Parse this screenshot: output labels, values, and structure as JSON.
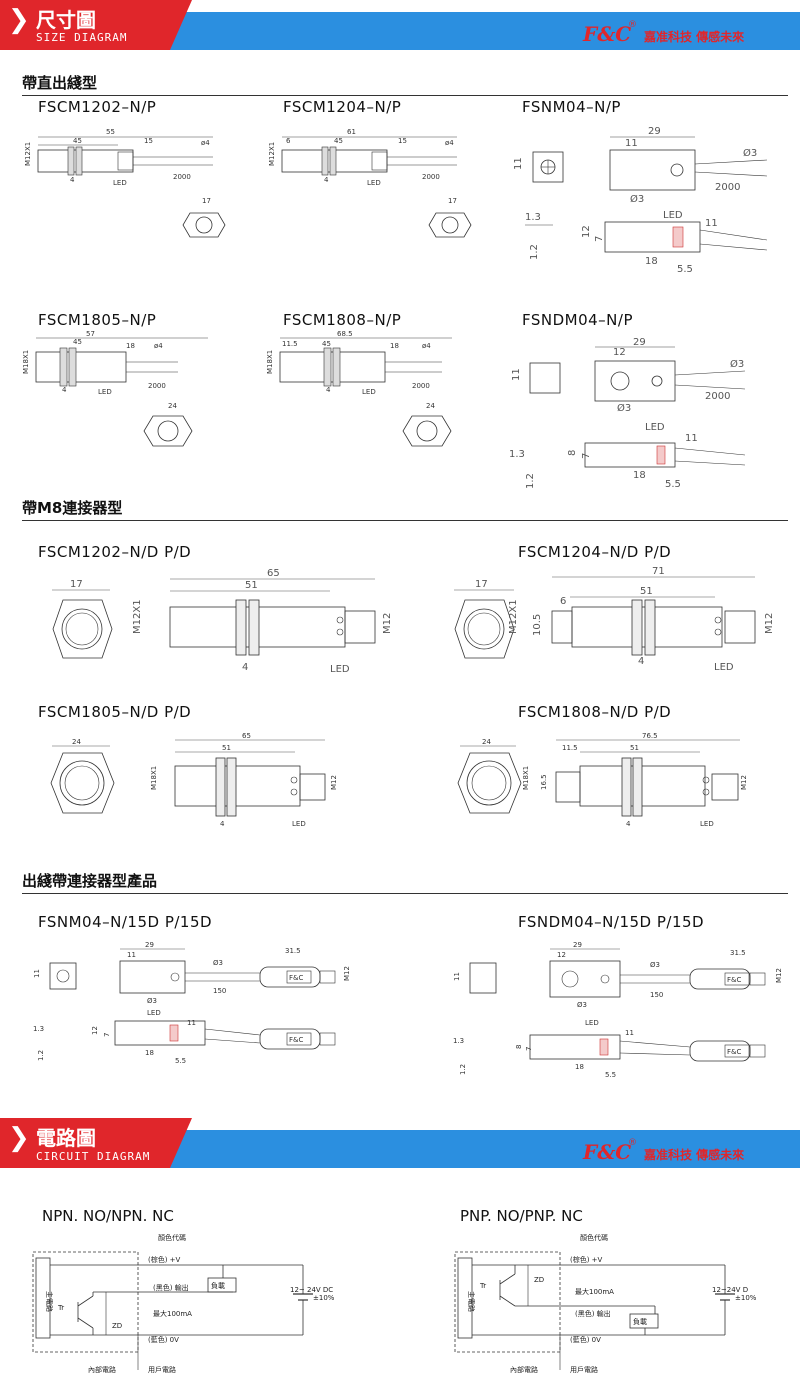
{
  "header1": {
    "zh": "尺寸圖",
    "en": "SIZE DIAGRAM",
    "brand": "F&C",
    "reg": "®",
    "brand_sub": "嘉准科技  傳感未來"
  },
  "header2": {
    "zh": "電路圖",
    "en": "CIRCUIT DIAGRAM",
    "brand": "F&C",
    "reg": "®",
    "brand_sub": "嘉准科技  傳感未來"
  },
  "sections": {
    "s1": "帶直出綫型",
    "s2": "帶M8連接器型",
    "s3": "出綫帶連接器型產品"
  },
  "models": {
    "m1": "FSCM1202–N/P",
    "m2": "FSCM1204–N/P",
    "m3": "FSNM04–N/P",
    "m4": "FSCM1805–N/P",
    "m5": "FSCM1808–N/P",
    "m6": "FSNDM04–N/P",
    "m7": "FSCM1202–N/D P/D",
    "m8": "FSCM1204–N/D P/D",
    "m9": "FSCM1805–N/D P/D",
    "m10": "FSCM1808–N/D P/D",
    "m11": "FSNM04–N/15D P/15D",
    "m12": "FSNDM04–N/15D P/15D"
  },
  "dims": {
    "d55": "55",
    "d45": "45",
    "d15": "15",
    "d4": "4",
    "d2000": "2000",
    "d17": "17",
    "dphi4": "ø4",
    "led": "LED",
    "m12x1": "M12X1",
    "d61": "61",
    "d6": "6",
    "d105": "10.5",
    "d29": "29",
    "d11": "11",
    "dphi3": "Ø3",
    "d13": "1.3",
    "d12": "12",
    "d7": "7",
    "d12b": "1.2",
    "d18": "18",
    "d55b": "5.5",
    "d57": "57",
    "d24": "24",
    "m18x1": "M18X1",
    "d685": "68.5",
    "d115": "11.5",
    "d165": "16.5",
    "d8": "8",
    "d65": "65",
    "d51": "51",
    "d71": "71",
    "m12": "M12",
    "d765": "76.5",
    "d315": "31.5",
    "d150": "150",
    "fc": "F&C"
  },
  "circuits": {
    "npn": {
      "title": "NPN. NO/NPN. NC",
      "color_code": "顏色代碼",
      "brown": "(棕色) +V",
      "black": "(黑色) 輸出",
      "load": "負載",
      "max": "最大100mA",
      "blue": "(藍色) 0V",
      "supply": "12~ 24V DC",
      "tol": "±10%",
      "main": "主電路",
      "tr": "Tr",
      "zd": "ZD",
      "inner": "內部電路",
      "user": "用戶電路"
    },
    "pnp": {
      "title": "PNP. NO/PNP. NC",
      "color_code": "顏色代碼",
      "brown": "(棕色) +V",
      "black": "(黑色) 輸出",
      "load": "負載",
      "max": "最大100mA",
      "blue": "(藍色) 0V",
      "supply": "12~24V D",
      "tol": "±10%",
      "main": "主電路",
      "tr": "Tr",
      "zd": "ZD",
      "inner": "內部電路",
      "user": "用戶電路"
    }
  }
}
